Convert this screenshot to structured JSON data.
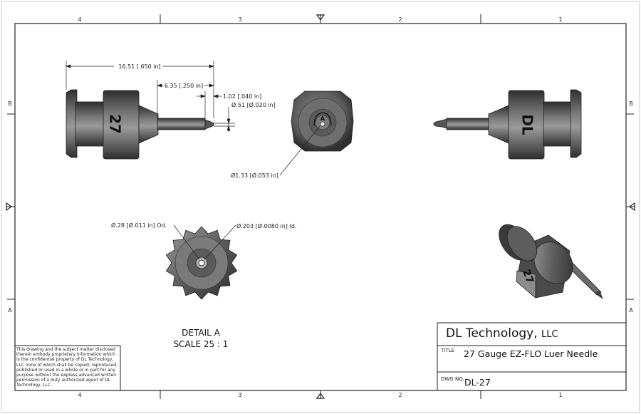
{
  "zones": {
    "columns": [
      "4",
      "3",
      "2",
      "1"
    ],
    "rows": [
      "B",
      "A"
    ]
  },
  "dimensions": {
    "overall_length": "16.51 [.650 in]",
    "tip_length": "6.35 [.250 in]",
    "tip_step": "1.02 [.040 in]",
    "tip_diameter": "Ø.51 [Ø.020 in]",
    "face_diameter": "Ø1.33 [Ø.053 in]",
    "outer_diameter": "Ø.28 [Ø.011 in] Od.",
    "inner_diameter": "Ø.203 [Ø.0080 in] Id."
  },
  "hub_labels": {
    "side_left": "27",
    "side_right": "DL",
    "iso": "27",
    "face_mark": "A"
  },
  "detail": {
    "title": "DETAIL  A",
    "scale": "SCALE 25 : 1"
  },
  "notice": "This drawing and the subject matter disclosed therein embody proprietary information which is the confidential property of DL Technology, LLC none of which shall be copied, reproduced, published or used in a whole or in part for any purpose without the express advanced written permission of a duty authorized agent of DL Technology, LLC.",
  "title_block": {
    "company": "DL Technology,",
    "company_suffix": "LLC",
    "title_label": "TITLE",
    "title": "27 Gauge EZ-FLO Luer Needle",
    "dwg_label": "DWG NO.",
    "dwg_no": "DL-27"
  },
  "colors": {
    "part_dark": "#3e3e3e",
    "part_mid": "#6b6b6b",
    "part_light": "#a9a9a9",
    "line": "#222222"
  }
}
